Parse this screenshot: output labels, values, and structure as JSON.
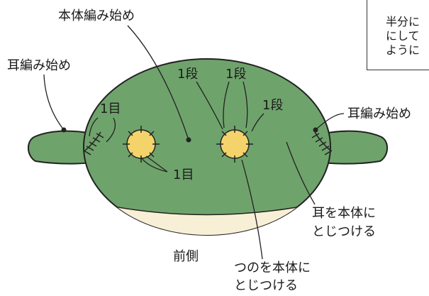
{
  "labels": {
    "body_start": "本体編み始め",
    "ear_start_left": "耳編み始め",
    "ear_start_right": "耳編み始め",
    "stitch_1_left_ear": "1目",
    "stitch_1_horn": "1目",
    "row_1_a": "1段",
    "row_1_b": "1段",
    "row_1_c": "1段",
    "front": "前側",
    "attach_ears_line1": "耳を本体に",
    "attach_ears_line2": "とじつける",
    "attach_horns_line1": "つのを本体に",
    "attach_horns_line2": "とじつける"
  },
  "note": {
    "line1": "半分に",
    "line2": "にして",
    "line3": "ように"
  },
  "colors": {
    "body_green": "#6fa36c",
    "horn_yellow": "#f5d36b",
    "belly_cream": "#f7f0d6",
    "outline": "#222222"
  }
}
